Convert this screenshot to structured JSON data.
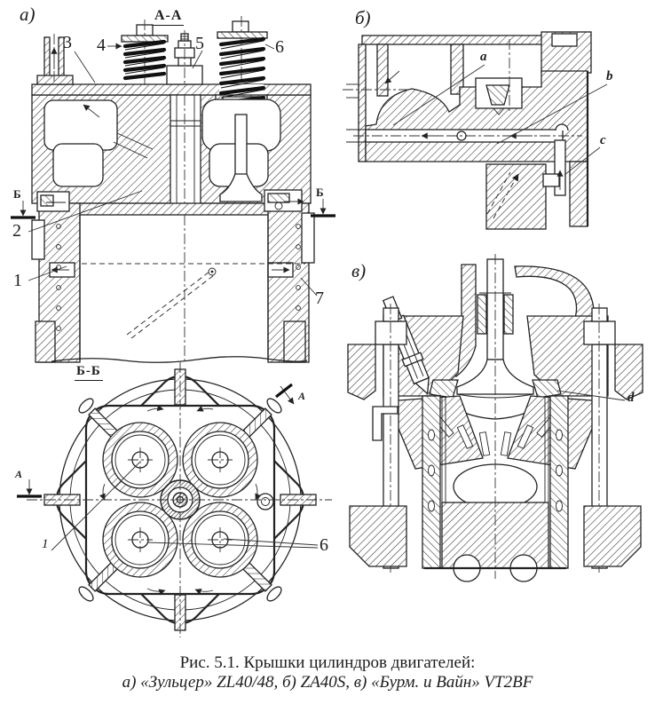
{
  "page": {
    "background": "#ffffff",
    "ink": "#1c1c1c"
  },
  "caption": {
    "line1": "Рис. 5.1. Крышки цилиндров двигателей:",
    "line2": "а) «Зульцер» ZL40/48, б) ZA40S, в) «Бурм. и Вайн» VT2BF"
  },
  "views": {
    "a": {
      "label": "а)",
      "section_title": "А-А",
      "section_marker_left": "Б",
      "section_marker_right": "Б",
      "callouts": {
        "c1": "1",
        "c2": "2",
        "c3": "3",
        "c4": "4",
        "c5": "5",
        "c6": "6",
        "c7": "7"
      }
    },
    "b": {
      "label": "б)",
      "callouts": {
        "a": "a",
        "b": "b",
        "c": "c"
      }
    },
    "bb": {
      "section_title": "Б-Б",
      "plane_marker_left": "А",
      "plane_marker_topright": "A",
      "callouts": {
        "c1": "1",
        "c6": "6"
      }
    },
    "v": {
      "label": "в)",
      "callouts": {
        "d": "d"
      }
    }
  }
}
